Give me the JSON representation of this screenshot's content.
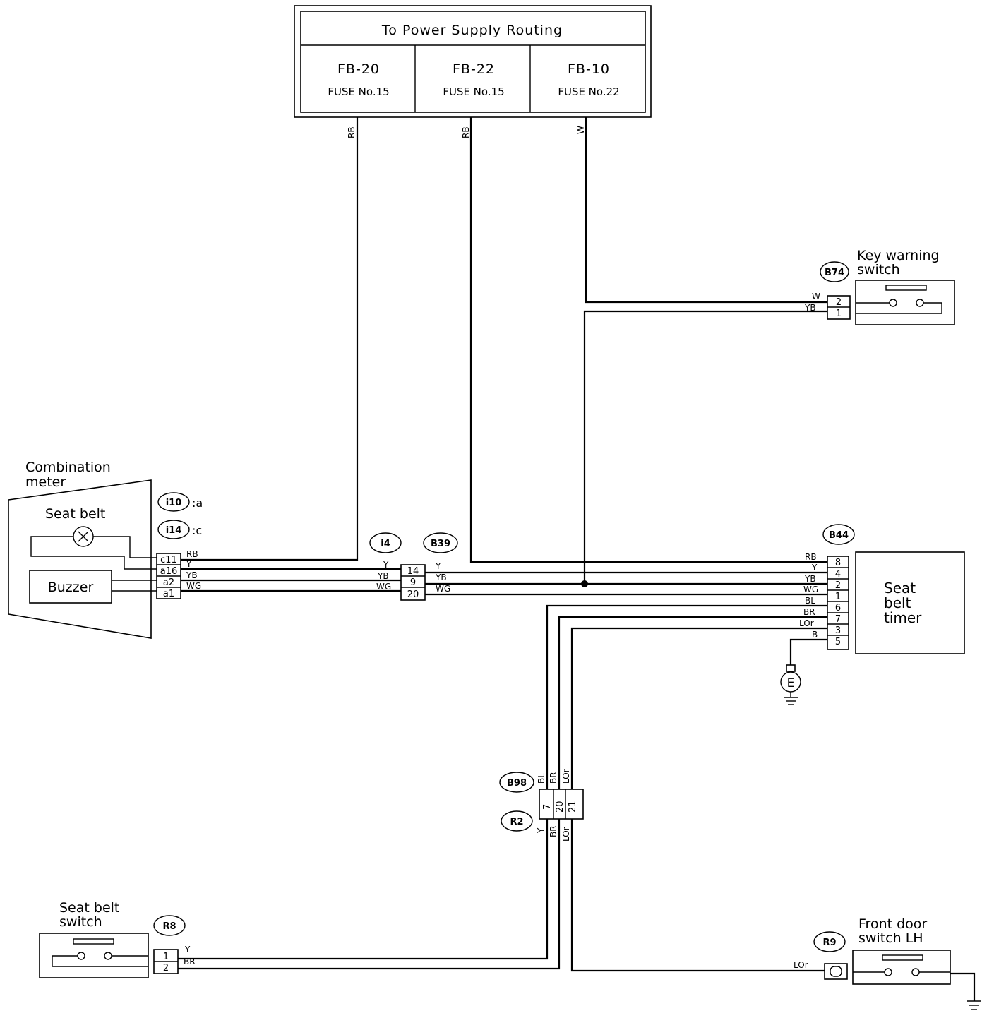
{
  "power_supply": {
    "title": "To Power Supply Routing",
    "fuses": [
      {
        "box": "FB-20",
        "fuse": "FUSE No.15"
      },
      {
        "box": "FB-22",
        "fuse": "FUSE No.15"
      },
      {
        "box": "FB-10",
        "fuse": "FUSE No.22"
      }
    ]
  },
  "wire_colors": {
    "rb": "RB",
    "w": "W",
    "y": "Y",
    "yb": "YB",
    "wg": "WG",
    "bl": "BL",
    "br": "BR",
    "lor": "LOr",
    "b": "B"
  },
  "combination_meter": {
    "title_line1": "Combination",
    "title_line2": "meter",
    "seat_belt_label": "Seat belt",
    "buzzer_label": "Buzzer",
    "connector_a": "i10",
    "connector_a_suffix": ":a",
    "connector_c": "i14",
    "connector_c_suffix": ":c",
    "pins": [
      "c11",
      "a16",
      "a2",
      "a1"
    ]
  },
  "junction": {
    "connector_left": "i4",
    "connector_right": "B39",
    "pins": [
      "14",
      "9",
      "20"
    ]
  },
  "key_warning_switch": {
    "label_line1": "Key warning",
    "label_line2": "switch",
    "connector": "B74",
    "pins": [
      "2",
      "1"
    ]
  },
  "seat_belt_timer": {
    "label_line1": "Seat",
    "label_line2": "belt",
    "label_line3": "timer",
    "connector": "B44",
    "pins": [
      "8",
      "4",
      "2",
      "1",
      "6",
      "7",
      "3",
      "5"
    ],
    "ground": "E"
  },
  "mid_connector": {
    "connector_top": "B98",
    "connector_bottom": "R2",
    "pins": [
      "7",
      "20",
      "21"
    ]
  },
  "seat_belt_switch": {
    "label_line1": "Seat belt",
    "label_line2": "switch",
    "connector": "R8",
    "pins": [
      "1",
      "2"
    ]
  },
  "front_door_switch": {
    "label_line1": "Front door",
    "label_line2": "switch LH",
    "connector": "R9"
  }
}
